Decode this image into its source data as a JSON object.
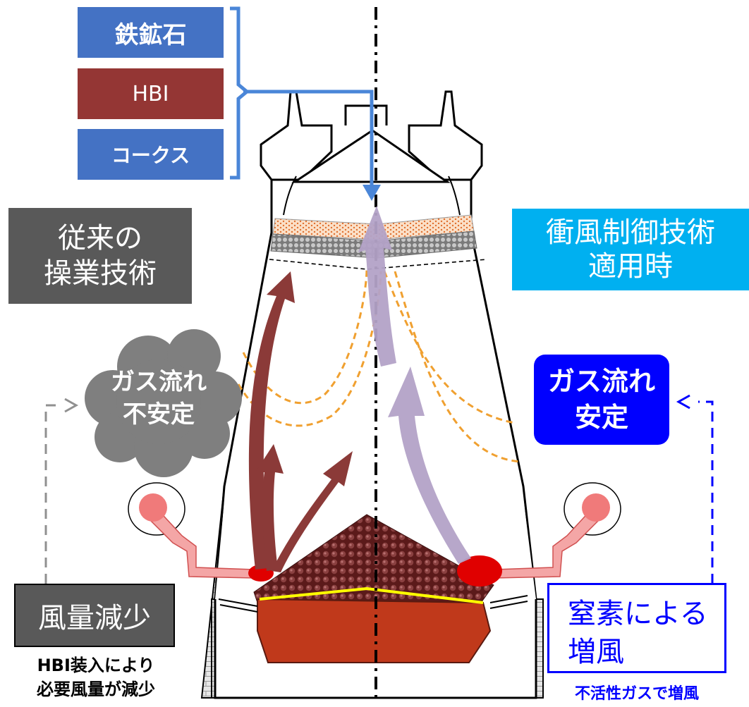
{
  "materials": [
    {
      "label": "鉄鉱石",
      "color": "#4472C4"
    },
    {
      "label": "HBI",
      "color": "#943634"
    },
    {
      "label": "コークス",
      "color": "#4472C4"
    }
  ],
  "left": {
    "title": "従来の\n操業技術",
    "gas_status": "ガス流れ\n不安定",
    "action": "風量減少",
    "note": "HBI装入により\n必要風量が減少"
  },
  "right": {
    "title": "衝風制御技術\n適用時",
    "gas_status": "ガス流れ\n安定",
    "action": "窒素による\n増風",
    "note": "不活性ガスで増風"
  },
  "colors": {
    "title_left_bg": "#595959",
    "title_right_bg": "#00B0F0",
    "cloud": "#7F7F7F",
    "stable_bg": "#0000FF",
    "blue_text": "#0000FF",
    "arrow_red": "#8B3A38",
    "arrow_lavender": "#B3A2C7",
    "dashed_orange": "#F0A030",
    "melt": "#C0391B",
    "cohesive": "#FFFF00",
    "feed_arrow": "#4A86D8"
  }
}
